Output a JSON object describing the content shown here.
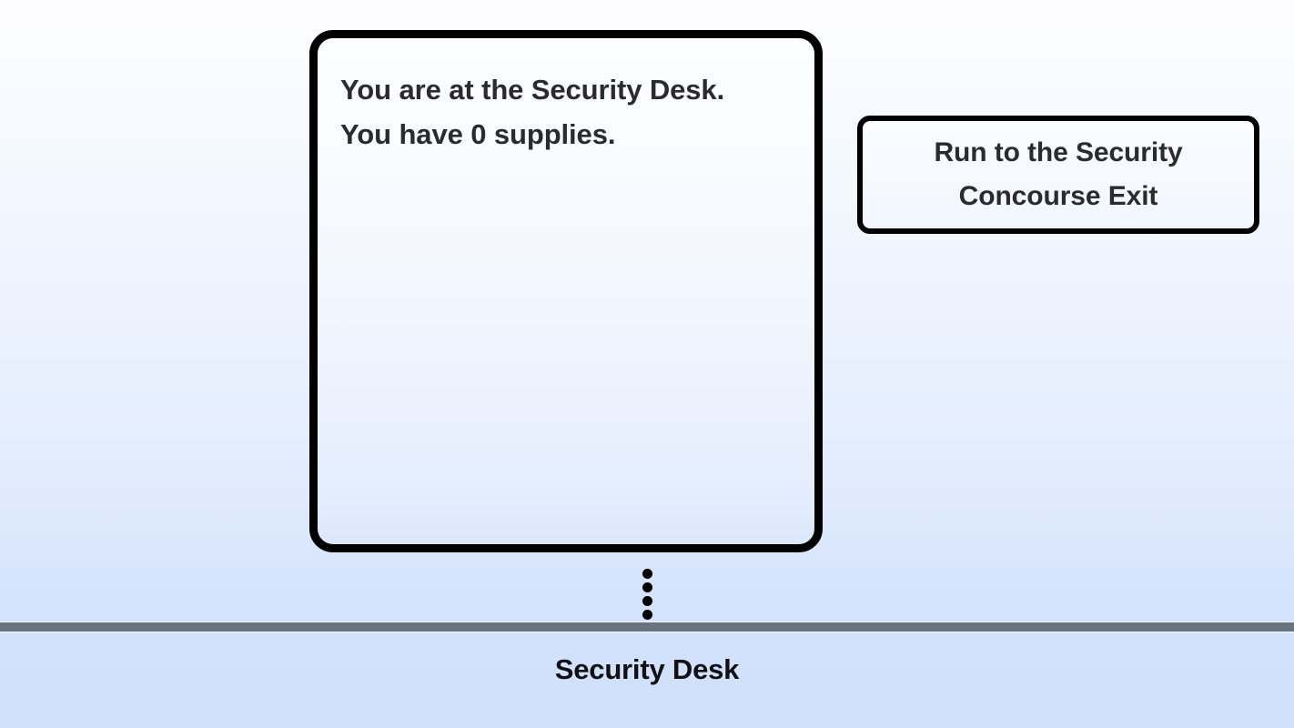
{
  "scene": {
    "narration": "You are at the Security Desk.\nYou have 0 supplies.",
    "location_name": "Security Desk",
    "supplies_count": "0"
  },
  "actions": [
    {
      "label": "Run to the Security Concourse Exit"
    }
  ],
  "decor": {
    "connector_dot_count": 4,
    "divider_color": "#6b7280",
    "border_color": "#000000",
    "text_color": "#2b2b2e",
    "background_top": "#fdfdff",
    "background_bottom": "#cfe0fb"
  }
}
